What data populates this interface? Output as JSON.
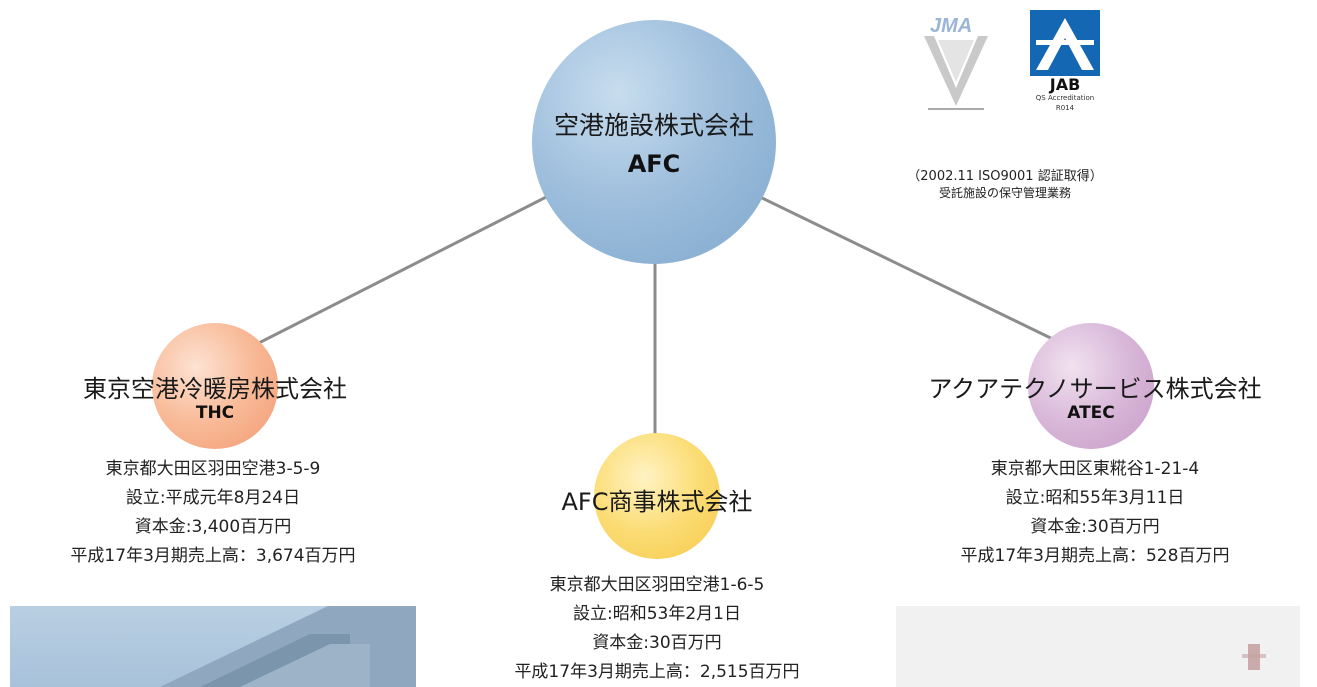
{
  "center": {
    "name": "空港施設株式会社",
    "abbr": "AFC"
  },
  "certification": {
    "jab_label": "JAB",
    "jab_sub": "QS Accreditation",
    "jab_code": "R014",
    "line1": "（2002.11 ISO9001 認証取得）",
    "line2": "受託施設の保守管理業務"
  },
  "companies": [
    {
      "name": "東京空港冷暖房株式会社",
      "abbr": "THC",
      "color": "#f6a983",
      "info": [
        "東京都大田区羽田空港3-5-9",
        "設立:平成元年8月24日",
        "資本金:3,400百万円",
        "平成17年3月期売上高：3,674百万円"
      ]
    },
    {
      "name": "AFC商事株式会社",
      "abbr": "",
      "color": "#f9d35f",
      "info": [
        "東京都大田区羽田空港1-6-5",
        "設立:昭和53年2月1日",
        "資本金:30百万円",
        "平成17年3月期売上高：2,515百万円"
      ]
    },
    {
      "name": "アクアテクノサービス株式会社",
      "abbr": "ATEC",
      "color": "#d3abd3",
      "info": [
        "東京都大田区東糀谷1-21-4",
        "設立:昭和55年3月11日",
        "資本金:30百万円",
        "平成17年3月期売上高：528百万円"
      ]
    }
  ]
}
